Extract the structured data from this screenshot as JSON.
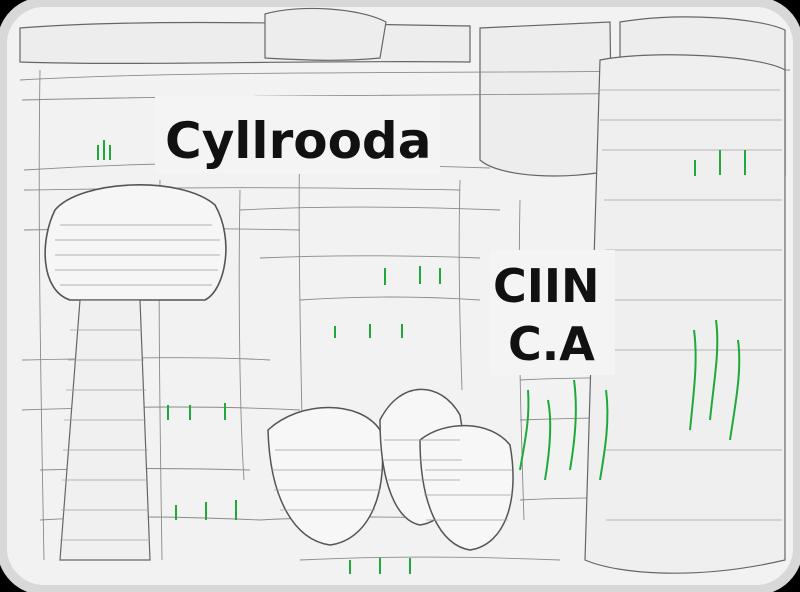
{
  "texts": {
    "title_left": "Cyllrooda",
    "title_right_line1": "CIIN",
    "title_right_line2": "C.A"
  },
  "colors": {
    "background": "#f2f2f2",
    "line": "#7a7a7a",
    "accent_green": "#1fa93a",
    "ink": "#111111"
  }
}
